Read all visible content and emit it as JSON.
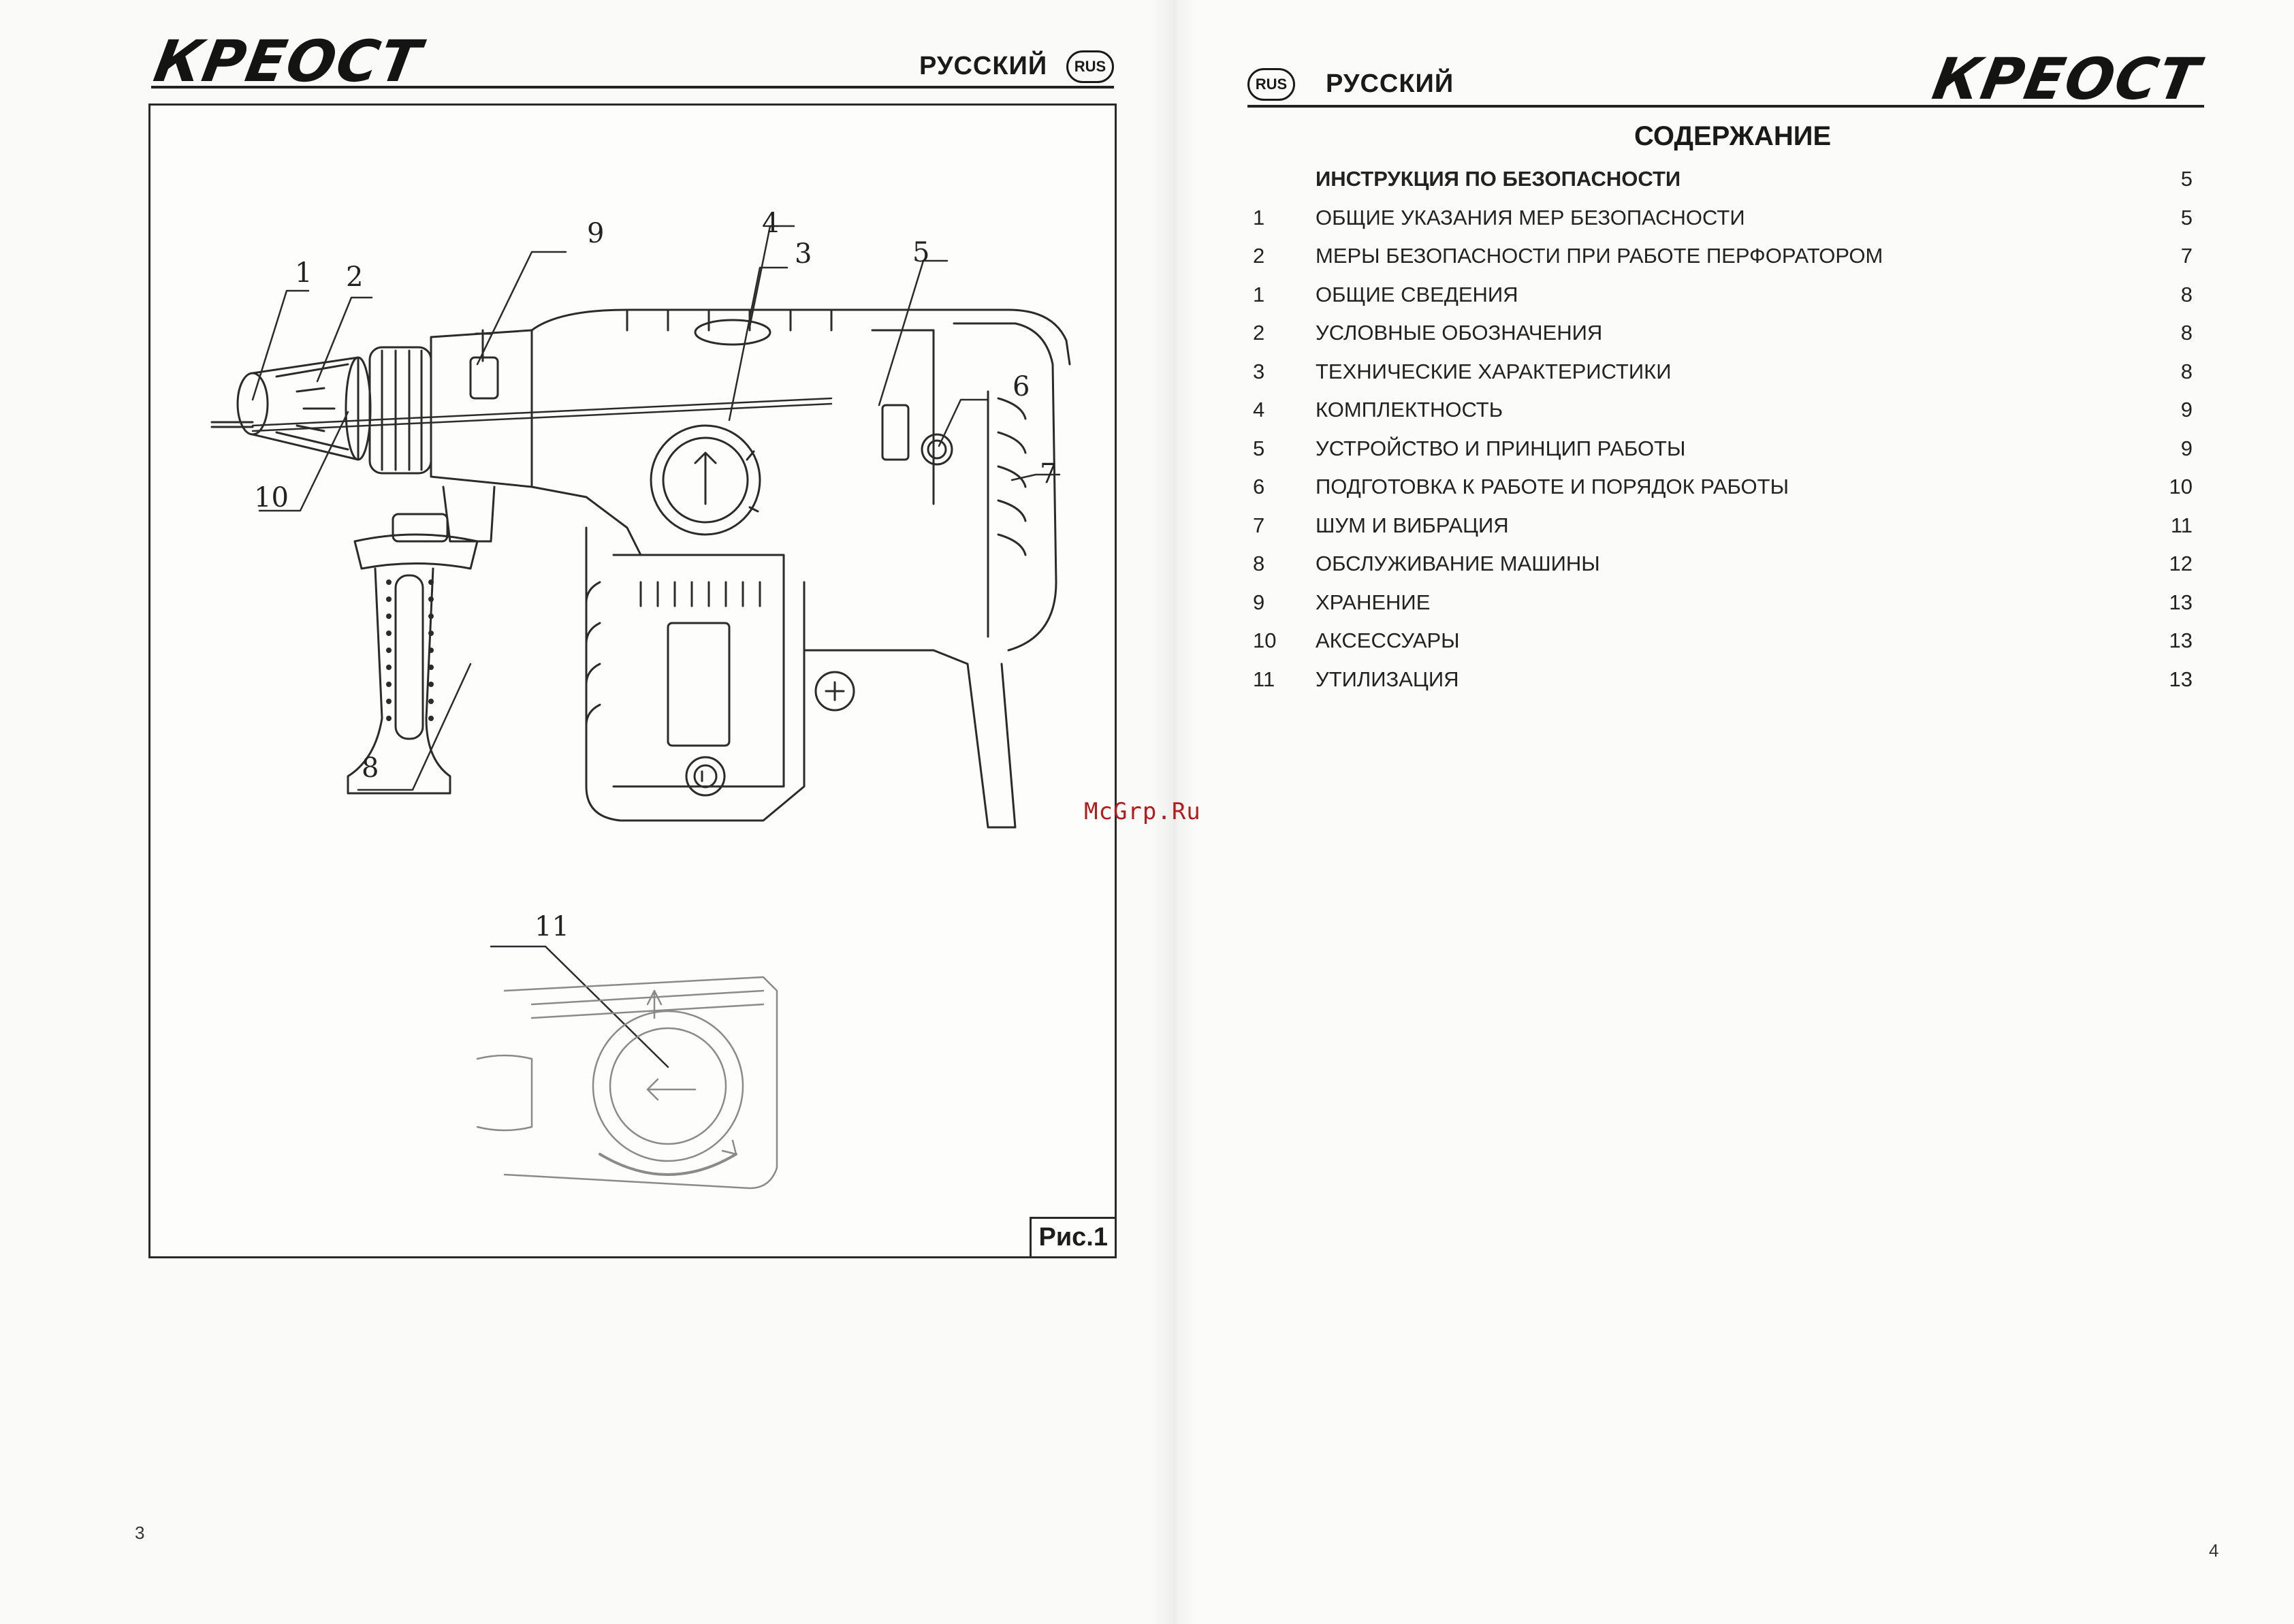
{
  "left_page": {
    "brand": "КРЕОСТ",
    "language": "РУССКИЙ",
    "language_badge": "RUS",
    "figure_caption": "Рис.1",
    "callouts": [
      "1",
      "2",
      "3",
      "4",
      "5",
      "6",
      "7",
      "8",
      "9",
      "10",
      "11"
    ],
    "page_number": "3"
  },
  "right_page": {
    "brand": "КРЕОСТ",
    "language": "РУССКИЙ",
    "language_badge": "RUS",
    "toc_title": "СОДЕРЖАНИЕ",
    "toc": [
      {
        "num": "",
        "title": "ИНСТРУКЦИЯ ПО БЕЗОПАСНОСТИ",
        "page": "5",
        "bold": true
      },
      {
        "num": "1",
        "title": "ОБЩИЕ УКАЗАНИЯ МЕР БЕЗОПАСНОСТИ",
        "page": "5"
      },
      {
        "num": "2",
        "title": "МЕРЫ БЕЗОПАСНОСТИ ПРИ РАБОТЕ ПЕРФОРАТОРОМ",
        "page": "7"
      },
      {
        "num": "1",
        "title": "ОБЩИЕ СВЕДЕНИЯ",
        "page": "8"
      },
      {
        "num": "2",
        "title": "УСЛОВНЫЕ ОБОЗНАЧЕНИЯ",
        "page": "8"
      },
      {
        "num": "3",
        "title": "ТЕХНИЧЕСКИЕ ХАРАКТЕРИСТИКИ",
        "page": "8"
      },
      {
        "num": "4",
        "title": "КОМПЛЕКТНОСТЬ",
        "page": "9"
      },
      {
        "num": "5",
        "title": "УСТРОЙСТВО И ПРИНЦИП РАБОТЫ",
        "page": "9"
      },
      {
        "num": "6",
        "title": "ПОДГОТОВКА К РАБОТЕ И ПОРЯДОК РАБОТЫ",
        "page": "10"
      },
      {
        "num": "7",
        "title": "ШУМ И ВИБРАЦИЯ",
        "page": "11"
      },
      {
        "num": "8",
        "title": "ОБСЛУЖИВАНИЕ МАШИНЫ",
        "page": "12"
      },
      {
        "num": "9",
        "title": "ХРАНЕНИЕ",
        "page": "13"
      },
      {
        "num": "10",
        "title": "АКСЕССУАРЫ",
        "page": "13"
      },
      {
        "num": "11",
        "title": "УТИЛИЗАЦИЯ",
        "page": "13"
      }
    ],
    "page_number": "4"
  },
  "watermark": "McGrp.Ru"
}
